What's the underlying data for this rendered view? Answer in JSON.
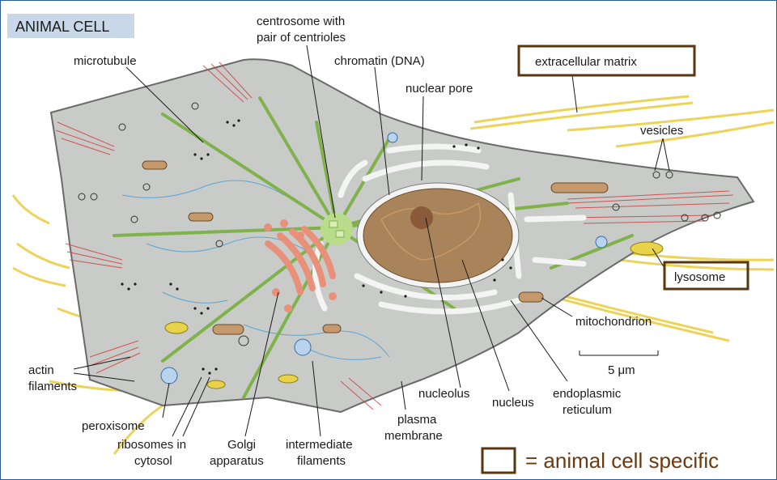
{
  "title": "ANIMAL CELL",
  "labels": {
    "centrosome_line1": "centrosome with",
    "centrosome_line2": "pair of centrioles",
    "microtubule": "microtubule",
    "chromatin": "chromatin (DNA)",
    "nuclear_pore": "nuclear pore",
    "extracellular_matrix": "extracellular matrix",
    "vesicles": "vesicles",
    "lysosome": "lysosome",
    "mitochondrion": "mitochondrion",
    "scale": "5 μm",
    "actin_line1": "actin",
    "actin_line2": "filaments",
    "peroxisome": "peroxisome",
    "ribosomes_line1": "ribosomes in",
    "ribosomes_line2": "cytosol",
    "golgi_line1": "Golgi",
    "golgi_line2": "apparatus",
    "intermediate_line1": "intermediate",
    "intermediate_line2": "filaments",
    "plasma_line1": "plasma",
    "plasma_line2": "membrane",
    "nucleolus": "nucleolus",
    "nucleus": "nucleus",
    "er_line1": "endoplasmic",
    "er_line2": "reticulum"
  },
  "legend": {
    "text": "=  animal cell specific"
  },
  "colors": {
    "cytoplasm": "#c9cbc9",
    "nucleus": "#a9835a",
    "nucleolus": "#8a5a3a",
    "golgi": "#e8907a",
    "microtubule": "#7fb24a",
    "actin": "#d04040",
    "matrix_fiber": "#ecd45a",
    "intermediate": "#5aa6d6",
    "box_border": "#5a3510",
    "title_bg": "#c8d8e8"
  }
}
